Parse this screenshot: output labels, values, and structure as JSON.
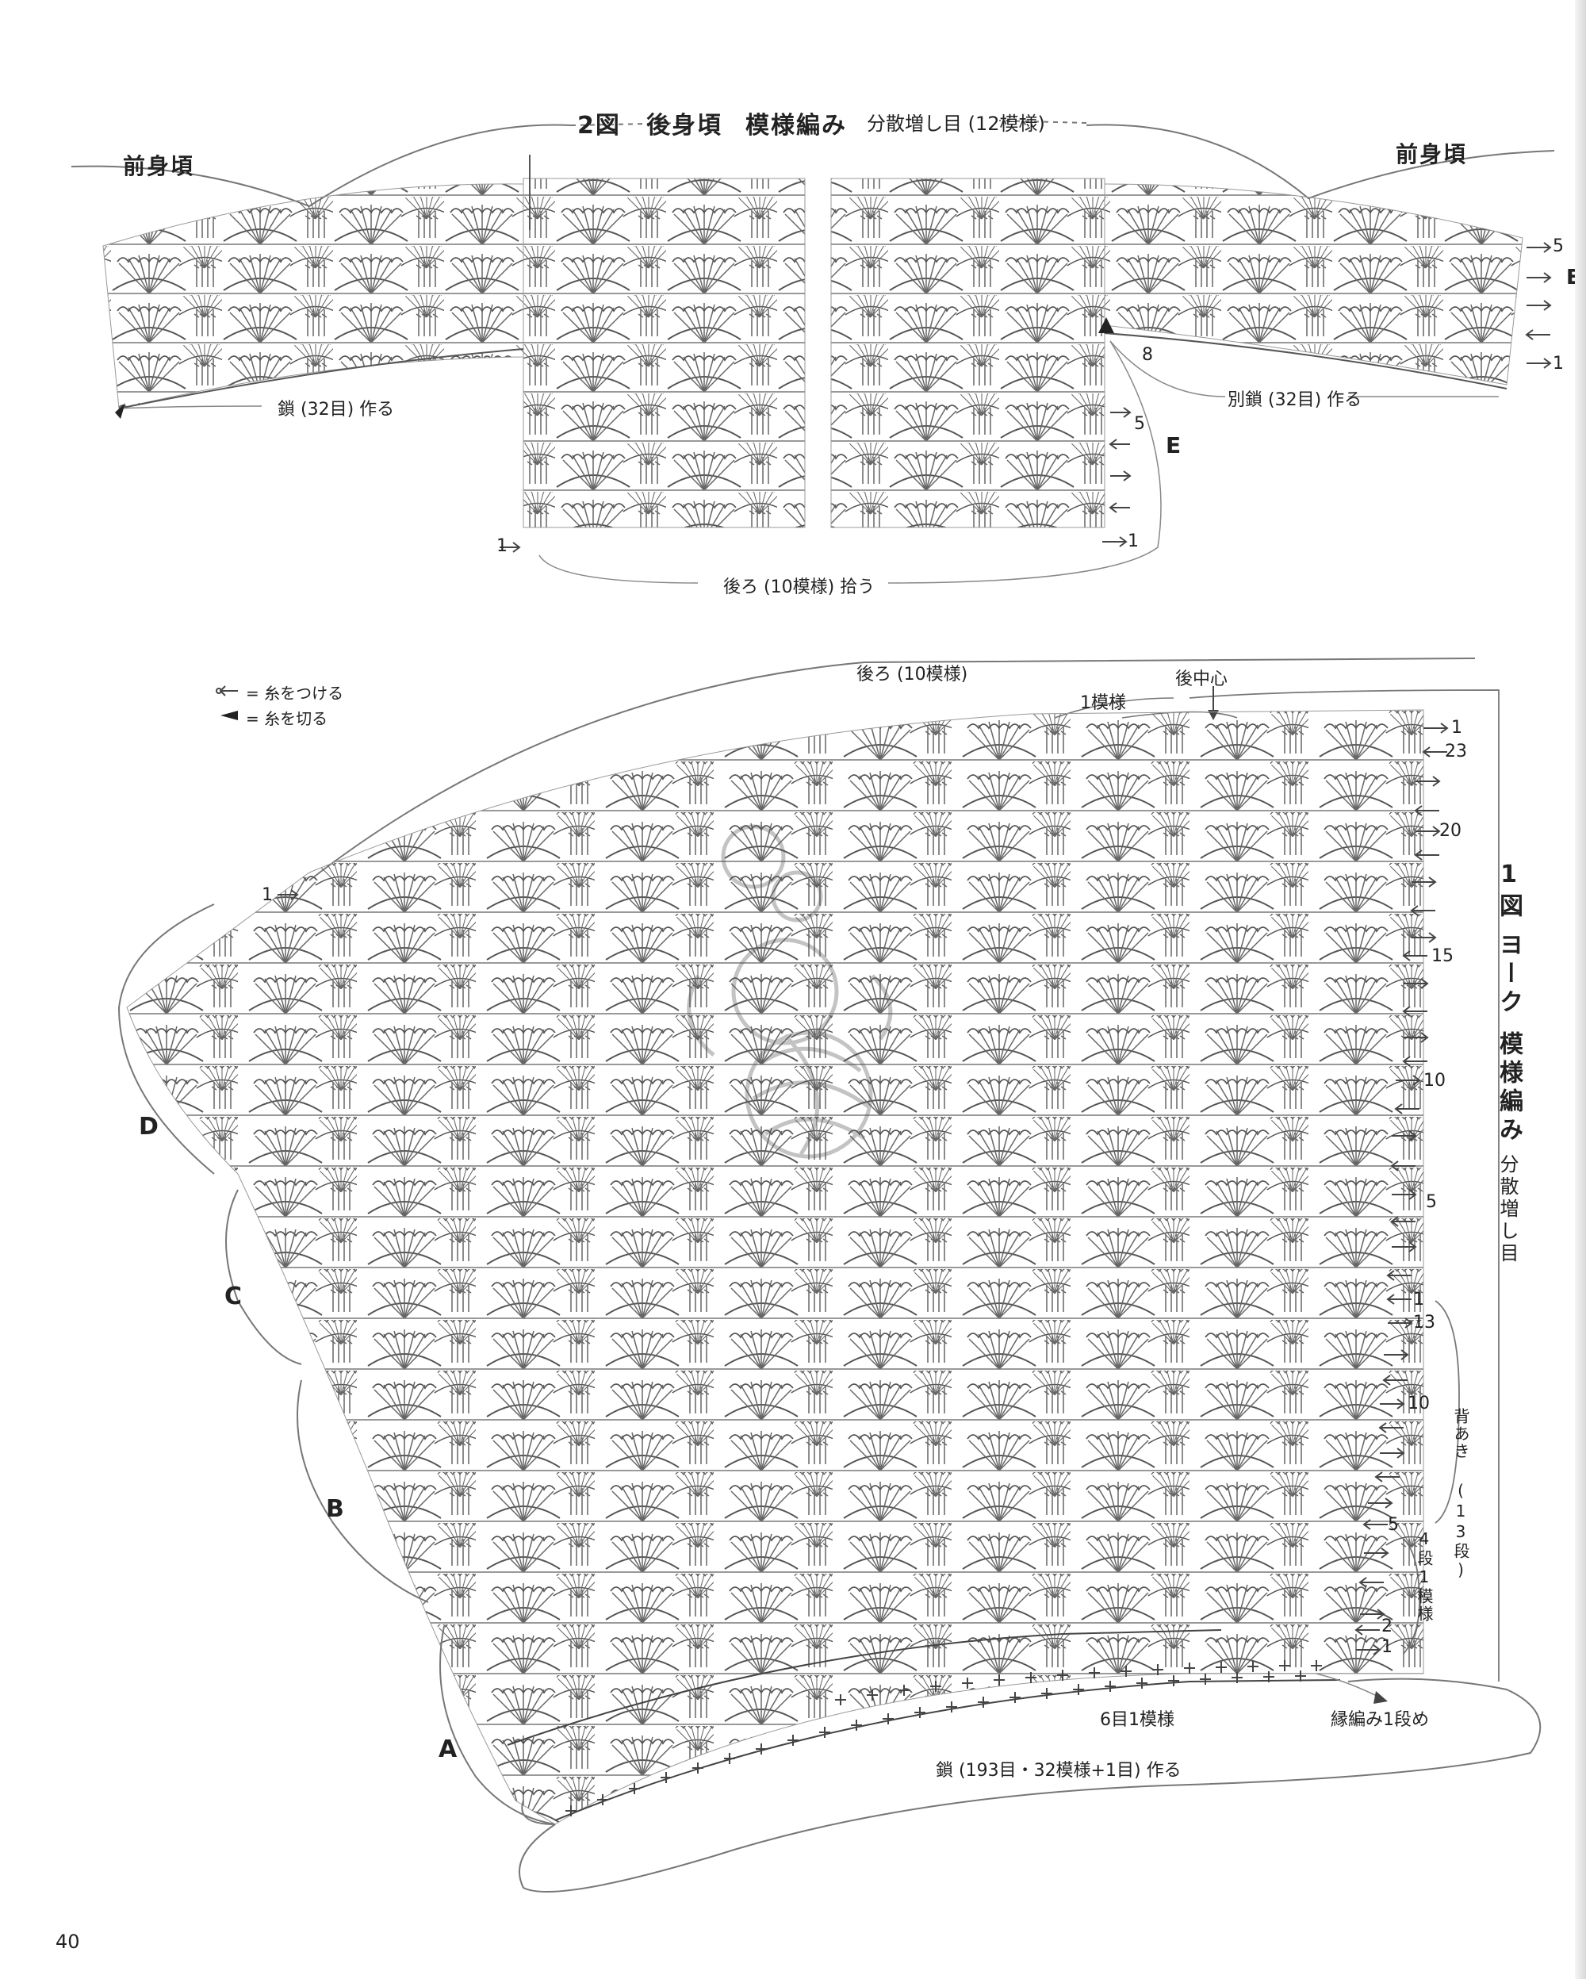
{
  "figure2": {
    "title": "2図",
    "part_back": "後身頃",
    "pattern": "模様編み",
    "increase": "分散増し目 (12模様)",
    "front_left": "前身頃",
    "front_right": "前身頃",
    "chain_left": "鎖 (32目) 作る",
    "chain_right": "別鎖 (32目) 作る",
    "pickup": "後ろ (10模様) 拾う",
    "row_labels": {
      "r5a": "5",
      "e1": "E",
      "r1a": "1",
      "r8": "8",
      "r5b": "5",
      "e2": "E",
      "r1b": "1",
      "r1c": "1"
    }
  },
  "legend": {
    "attach": "= 糸をつける",
    "cut": "= 糸を切る"
  },
  "figure1": {
    "title": "1図",
    "yoke": "ヨーク",
    "pattern": "模様編み",
    "increase": "分散増し目",
    "back_top": "後ろ (10模様)",
    "one_repeat": "1模様",
    "center_back": "後中心",
    "back_opening": "背あき (13段)",
    "four_rows": "4段1模様",
    "six_stitches": "6目1模様",
    "edging": "縁編み1段め",
    "chain_start": "鎖 (193目・32模様+1目) 作る",
    "sections": [
      "A",
      "B",
      "C",
      "D"
    ],
    "row_labels_upper": [
      "1",
      "23",
      "20",
      "15",
      "10",
      "5",
      "1"
    ],
    "row_labels_lower": [
      "13",
      "10",
      "5",
      "2",
      "1"
    ],
    "row_label_left": "1"
  },
  "page_number": "40"
}
